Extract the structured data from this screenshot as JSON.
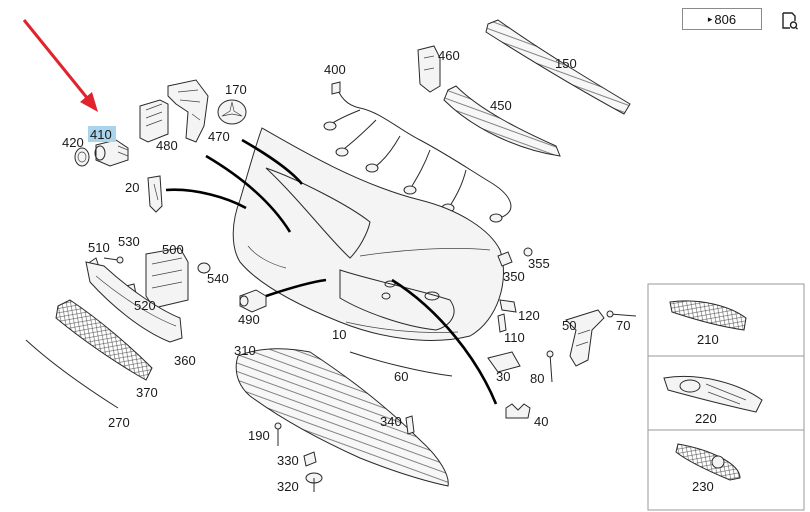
{
  "reference": {
    "arrow": "▸",
    "label": "806"
  },
  "icons": {
    "document": "document-search-icon"
  },
  "highlight_color": "#a9d4ec",
  "pointer_color": "#e0242e",
  "labels": {
    "p10": "10",
    "p20": "20",
    "p30": "30",
    "p40": "40",
    "p50": "50",
    "p60": "60",
    "p70": "70",
    "p80": "80",
    "p110": "110",
    "p120": "120",
    "p150": "150",
    "p170": "170",
    "p190": "190",
    "p210": "210",
    "p220": "220",
    "p230": "230",
    "p270": "270",
    "p310": "310",
    "p320": "320",
    "p330": "330",
    "p340": "340",
    "p350": "350",
    "p355": "355",
    "p360": "360",
    "p370": "370",
    "p400": "400",
    "p410": "410",
    "p420": "420",
    "p450": "450",
    "p460": "460",
    "p470": "470",
    "p480": "480",
    "p490": "490",
    "p500": "500",
    "p510": "510",
    "p520": "520",
    "p530": "530",
    "p540": "540"
  }
}
